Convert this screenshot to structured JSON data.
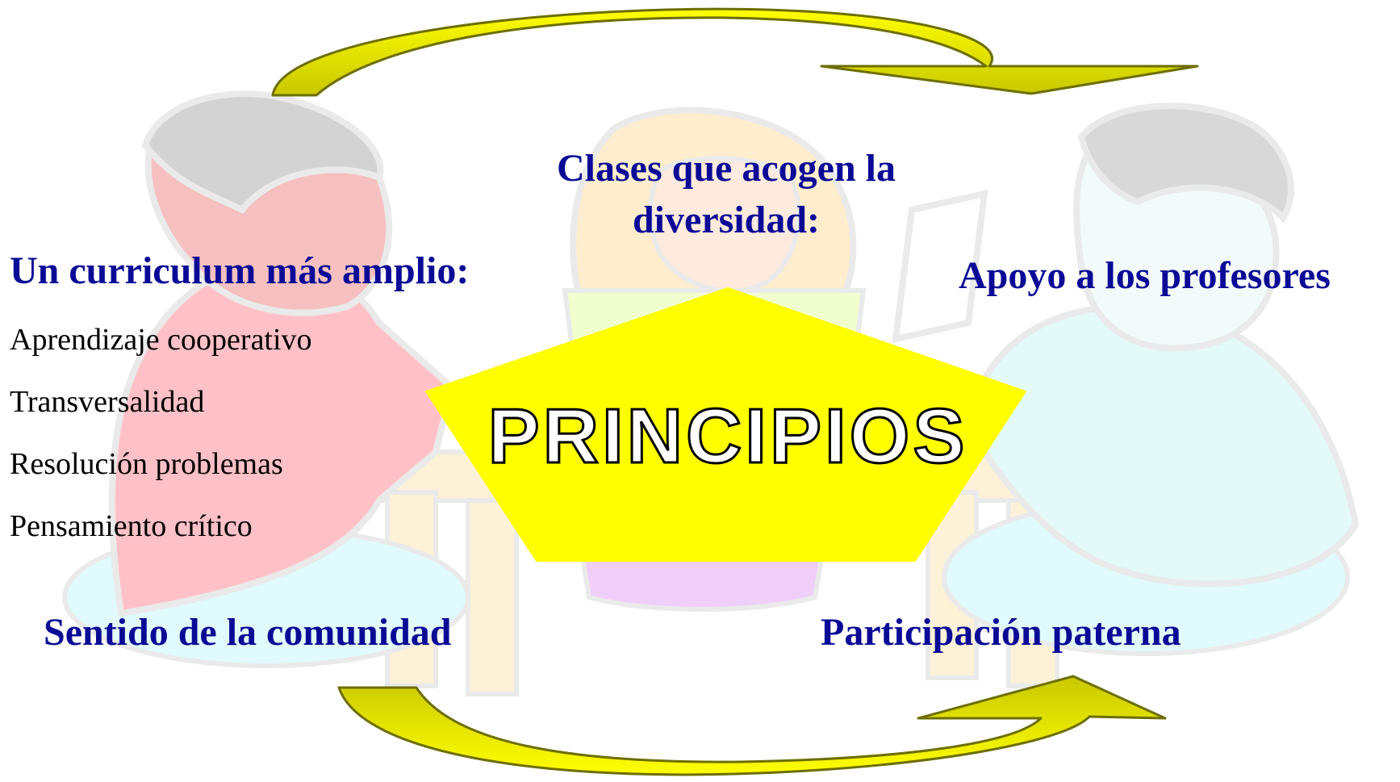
{
  "center_label": "PRINCIPIOS",
  "headings": {
    "top_center": "Clases que acogen la diversidad:",
    "left": "Un curriculum más amplio:",
    "right": "Apoyo a los profesores",
    "bottom_left": "Sentido de la comunidad",
    "bottom_right": "Participación paterna"
  },
  "curriculum_items": [
    "Aprendizaje cooperativo",
    "Transversalidad",
    "Resolución problemas",
    "Pensamiento crítico"
  ],
  "colors": {
    "heading": "#0a0a96",
    "pentagon": "#ffff00",
    "arrow_fill": "#ffff00",
    "arrow_shade": "#c8c800",
    "arrow_stroke": "#6e6e00"
  }
}
